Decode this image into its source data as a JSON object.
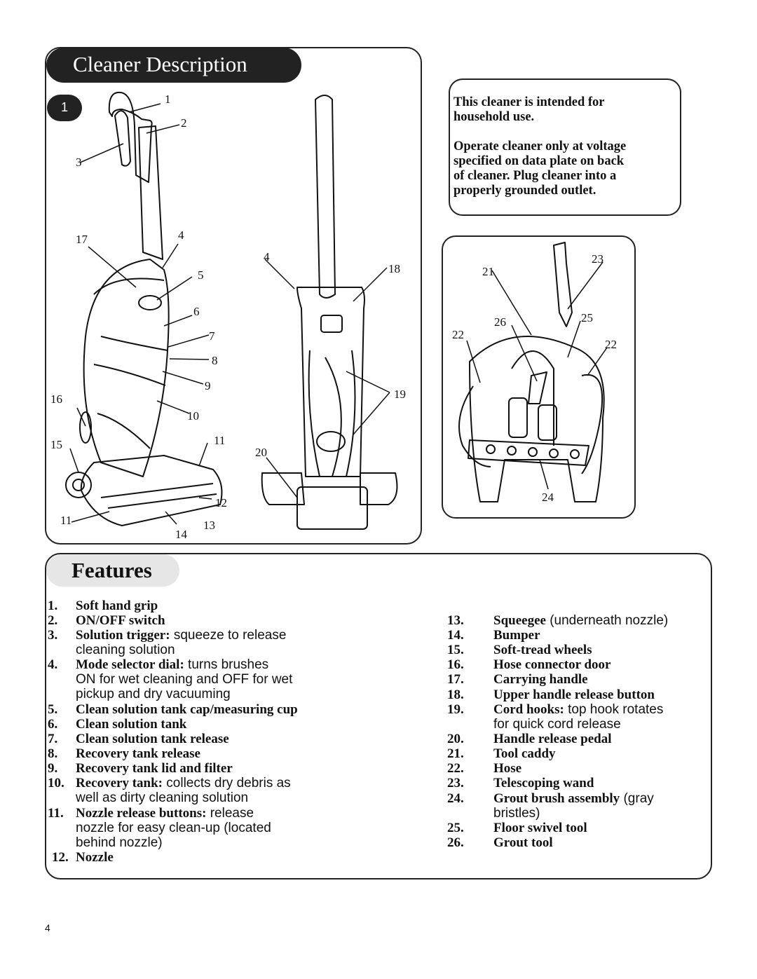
{
  "section_title": "Cleaner Description",
  "figure_badge": "1",
  "notice": {
    "line1": "This cleaner is intended for",
    "line2": "household use.",
    "line3": "Operate cleaner only at voltage",
    "line4": "specified on data plate on back",
    "line5": "of cleaner. Plug cleaner into a",
    "line6": "properly grounded outlet."
  },
  "callouts": {
    "c1": "1",
    "c2": "2",
    "c3": "3",
    "c4": "4",
    "c4b": "4",
    "c5": "5",
    "c6": "6",
    "c7": "7",
    "c8": "8",
    "c9": "9",
    "c10": "10",
    "c11": "11",
    "c11b": "11",
    "c12": "12",
    "c13": "13",
    "c14": "14",
    "c15": "15",
    "c16": "16",
    "c17": "17",
    "c18": "18",
    "c19": "19",
    "c20": "20",
    "c21": "21",
    "c22": "22",
    "c22b": "22",
    "c23": "23",
    "c24": "24",
    "c25": "25",
    "c26": "26"
  },
  "features_title": "Features",
  "features_left": [
    {
      "num": "1.",
      "name": "Soft hand grip",
      "desc": ""
    },
    {
      "num": "2.",
      "name": "ON/OFF switch",
      "desc": ""
    },
    {
      "num": "3.",
      "name": "Solution trigger:",
      "desc": " squeeze to release",
      "cont": "cleaning solution"
    },
    {
      "num": "4.",
      "name": "Mode selector dial:",
      "desc": " turns brushes",
      "cont": "ON for wet cleaning and OFF for wet",
      "cont2": "pickup and dry vacuuming"
    },
    {
      "num": "5.",
      "name": "Clean solution tank cap/measuring cup",
      "desc": ""
    },
    {
      "num": "6.",
      "name": "Clean solution tank",
      "desc": ""
    },
    {
      "num": "7.",
      "name": "Clean solution tank release",
      "desc": ""
    },
    {
      "num": "8.",
      "name": "Recovery tank release",
      "desc": ""
    },
    {
      "num": "9.",
      "name": "Recovery tank lid and filter",
      "desc": ""
    },
    {
      "num": "10.",
      "name": "Recovery tank:",
      "desc": " collects dry debris as",
      "cont": "well as dirty cleaning solution"
    },
    {
      "num": "11.",
      "name": "Nozzle release buttons:",
      "desc": " release",
      "cont": "nozzle for easy clean-up (located",
      "cont2": "behind nozzle)"
    },
    {
      "num": "12.",
      "name": "Nozzle",
      "desc": ""
    }
  ],
  "features_right": [
    {
      "num": "13.",
      "name": "Squeegee",
      "desc": " (underneath nozzle)"
    },
    {
      "num": "14.",
      "name": "Bumper",
      "desc": ""
    },
    {
      "num": "15.",
      "name": "Soft-tread wheels",
      "desc": ""
    },
    {
      "num": "16.",
      "name": "Hose connector door",
      "desc": ""
    },
    {
      "num": "17.",
      "name": "Carrying handle",
      "desc": ""
    },
    {
      "num": "18.",
      "name": "Upper handle release button",
      "desc": ""
    },
    {
      "num": "19.",
      "name": "Cord hooks:",
      "desc": " top hook rotates",
      "cont": "for quick cord release"
    },
    {
      "num": "20.",
      "name": "Handle release pedal",
      "desc": ""
    },
    {
      "num": "21.",
      "name": "Tool caddy",
      "desc": ""
    },
    {
      "num": "22.",
      "name": "Hose",
      "desc": ""
    },
    {
      "num": "23.",
      "name": "Telescoping wand",
      "desc": ""
    },
    {
      "num": "24.",
      "name": "Grout brush assembly",
      "desc": " (gray",
      "cont": "bristles)"
    },
    {
      "num": "25.",
      "name": "Floor swivel tool",
      "desc": ""
    },
    {
      "num": "26.",
      "name": "Grout tool",
      "desc": ""
    }
  ],
  "page_number": "4"
}
